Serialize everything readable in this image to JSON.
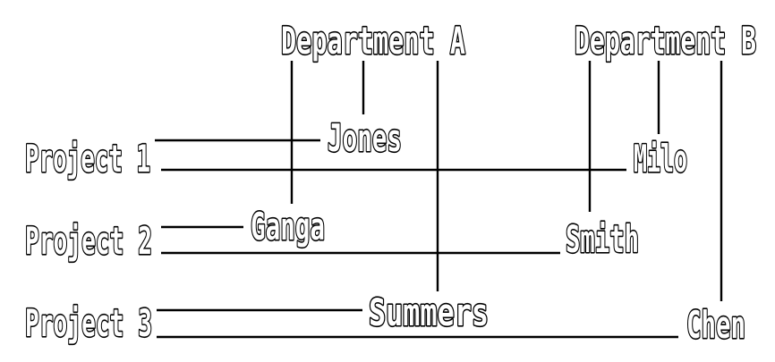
{
  "nodes": {
    "dept_a": "Department A",
    "dept_b": "Department B",
    "project_1": "Project 1",
    "project_2": "Project 2",
    "project_3": "Project 3",
    "jones": "Jones",
    "milo": "Milo",
    "ganga": "Ganga",
    "smith": "Smith",
    "summers": "Summers",
    "chen": "Chen"
  },
  "edges": [
    {
      "from": "dept_a",
      "to": "jones"
    },
    {
      "from": "dept_a",
      "to": "ganga"
    },
    {
      "from": "dept_a",
      "to": "summers"
    },
    {
      "from": "dept_b",
      "to": "milo"
    },
    {
      "from": "dept_b",
      "to": "smith"
    },
    {
      "from": "dept_b",
      "to": "chen"
    },
    {
      "from": "project_1",
      "to": "jones"
    },
    {
      "from": "project_1",
      "to": "milo"
    },
    {
      "from": "project_2",
      "to": "ganga"
    },
    {
      "from": "project_2",
      "to": "smith"
    },
    {
      "from": "project_3",
      "to": "summers"
    },
    {
      "from": "project_3",
      "to": "chen"
    }
  ],
  "colors": {
    "text_fill": "#ffffff",
    "outline": "#000000",
    "background": "#ffffff"
  }
}
